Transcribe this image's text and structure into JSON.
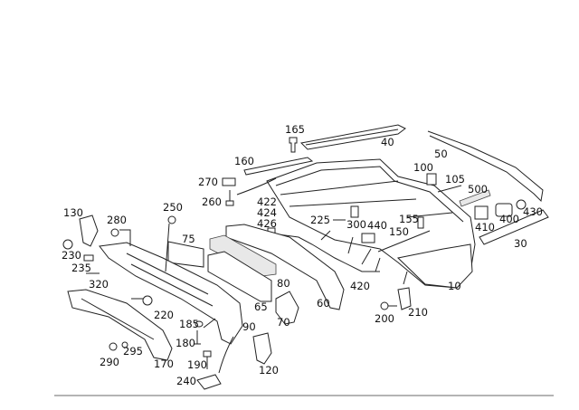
{
  "callouts": [
    "165",
    "40",
    "50",
    "160",
    "100",
    "105",
    "270",
    "500",
    "260",
    "422",
    "424",
    "426",
    "250",
    "130",
    "280",
    "225",
    "300",
    "440",
    "155",
    "410",
    "400",
    "430",
    "150",
    "75",
    "230",
    "30",
    "235",
    "320",
    "80",
    "10",
    "420",
    "65",
    "60",
    "220",
    "185",
    "90",
    "210",
    "200",
    "70",
    "180",
    "295",
    "290",
    "170",
    "190",
    "120",
    "240"
  ],
  "colors": {
    "line": "#222222",
    "background": "#ffffff",
    "rule": "#888888"
  }
}
